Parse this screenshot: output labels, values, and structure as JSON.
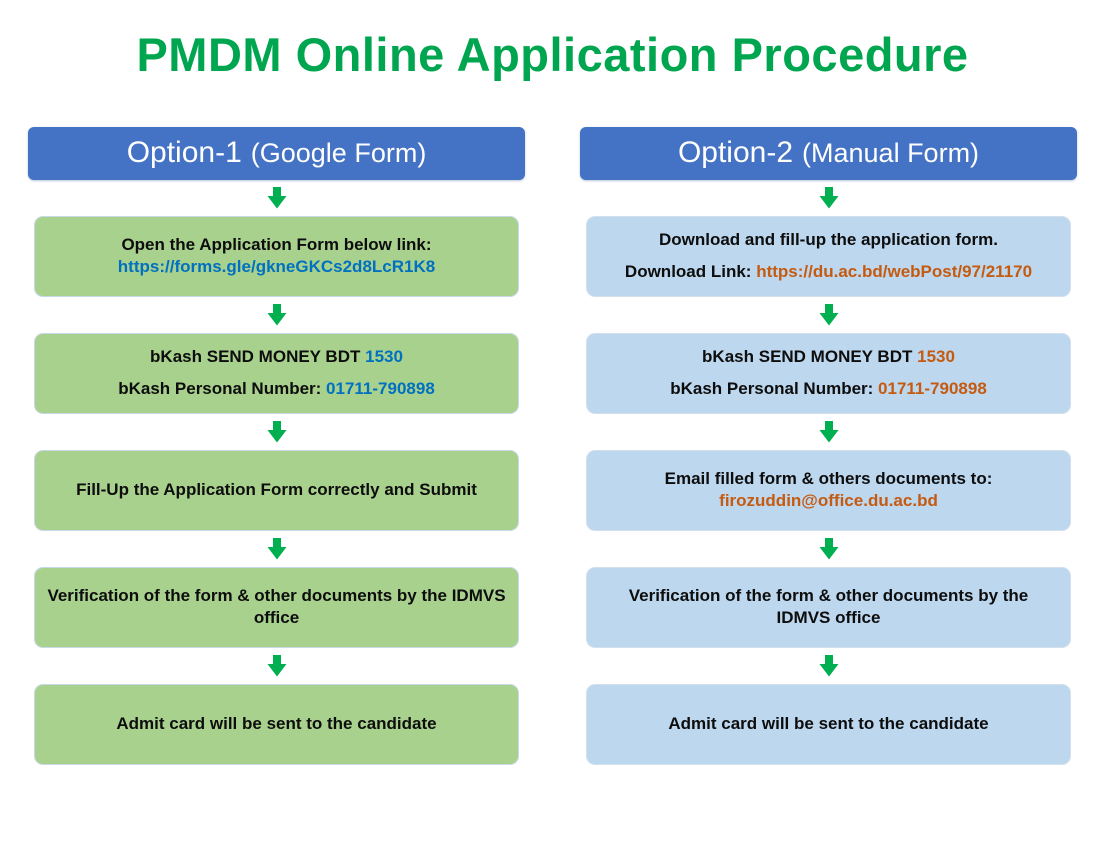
{
  "title": "PMDM Online Application Procedure",
  "colors": {
    "title_green": "#00A64F",
    "arrow_green": "#00B050",
    "header_blue": "#4472C4",
    "option1_box_bg": "#A9D18E",
    "option2_box_bg": "#BDD7EE",
    "option1_link": "#0070C0",
    "option2_link": "#C55A11"
  },
  "columns": [
    {
      "id": "option-1",
      "theme": "green",
      "header": {
        "title": "Option-1",
        "subtitle": "(Google Form)"
      },
      "steps": [
        {
          "spaced": false,
          "lines": [
            [
              {
                "text": "Open the Application Form below link:",
                "style": "plain"
              }
            ],
            [
              {
                "text": "https://forms.gle/gkneGKCs2d8LcR1K8",
                "style": "link",
                "name": "google-form-link"
              }
            ]
          ]
        },
        {
          "spaced": true,
          "lines": [
            [
              {
                "text": "bKash SEND MONEY BDT ",
                "style": "plain"
              },
              {
                "text": "1530",
                "style": "link",
                "name": "bkash-amount"
              }
            ],
            [
              {
                "text": "bKash Personal Number: ",
                "style": "plain"
              },
              {
                "text": "01711-790898",
                "style": "link",
                "name": "bkash-number"
              }
            ]
          ]
        },
        {
          "spaced": false,
          "lines": [
            [
              {
                "text": "Fill-Up the Application Form correctly and Submit",
                "style": "plain"
              }
            ]
          ]
        },
        {
          "spaced": false,
          "lines": [
            [
              {
                "text": "Verification of the form & other documents by the IDMVS office",
                "style": "plain"
              }
            ]
          ]
        },
        {
          "spaced": false,
          "lines": [
            [
              {
                "text": "Admit card will be sent to the candidate",
                "style": "plain"
              }
            ]
          ]
        }
      ]
    },
    {
      "id": "option-2",
      "theme": "blue",
      "header": {
        "title": "Option-2",
        "subtitle": "(Manual Form)"
      },
      "steps": [
        {
          "spaced": true,
          "lines": [
            [
              {
                "text": "Download and fill-up the application form.",
                "style": "plain"
              }
            ],
            [
              {
                "text": "Download Link: ",
                "style": "plain"
              },
              {
                "text": "https://du.ac.bd/webPost/97/21170",
                "style": "link",
                "name": "download-link"
              }
            ]
          ]
        },
        {
          "spaced": true,
          "lines": [
            [
              {
                "text": "bKash SEND MONEY BDT ",
                "style": "plain"
              },
              {
                "text": "1530",
                "style": "link",
                "name": "bkash-amount"
              }
            ],
            [
              {
                "text": "bKash Personal Number: ",
                "style": "plain"
              },
              {
                "text": "01711-790898",
                "style": "link",
                "name": "bkash-number"
              }
            ]
          ]
        },
        {
          "spaced": false,
          "lines": [
            [
              {
                "text": "Email filled form & others documents to:",
                "style": "plain"
              }
            ],
            [
              {
                "text": "firozuddin@office.du.ac.bd",
                "style": "link",
                "name": "email-link"
              }
            ]
          ]
        },
        {
          "spaced": false,
          "lines": [
            [
              {
                "text": "Verification of the form & other documents by the IDMVS office",
                "style": "plain"
              }
            ]
          ]
        },
        {
          "spaced": false,
          "lines": [
            [
              {
                "text": "Admit card will be sent to the candidate",
                "style": "plain"
              }
            ]
          ]
        }
      ]
    }
  ]
}
